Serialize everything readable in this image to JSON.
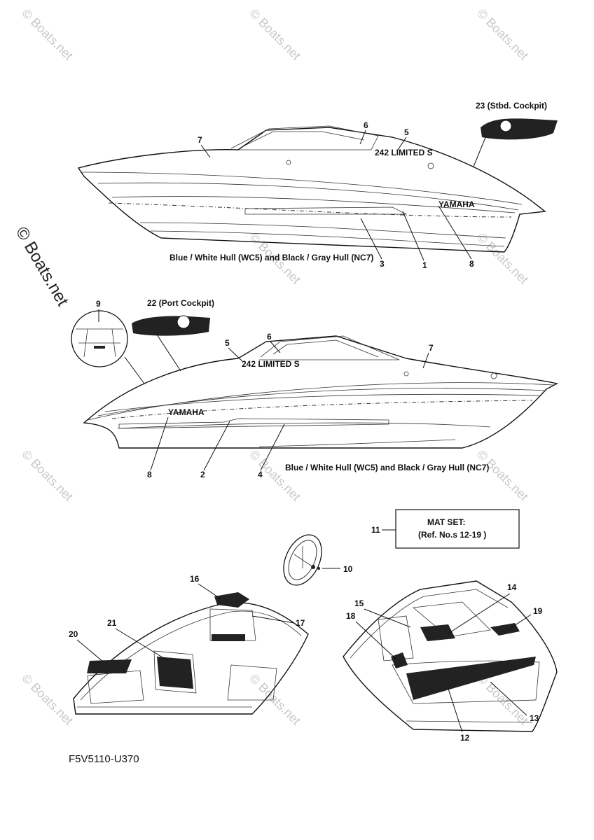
{
  "watermark": {
    "text": "© Boats.net",
    "side_text": "© Boats.net",
    "color": "#c8c8c8"
  },
  "upper_boat": {
    "caption": "Blue / White Hull (WC5) and Black / Gray Hull (NC7)",
    "cockpit_label": "23 (Stbd. Cockpit)",
    "callouts": [
      "7",
      "6",
      "5",
      "3",
      "1",
      "8"
    ],
    "brand": "YAMAHA",
    "model_badge": "242 LIMITED S"
  },
  "lower_boat": {
    "caption": "Blue / White Hull (WC5) and Black / Gray Hull (NC7)",
    "cockpit_label": "22 (Port Cockpit)",
    "callouts": [
      "9",
      "5",
      "6",
      "7",
      "8",
      "2",
      "4"
    ],
    "brand": "YAMAHA",
    "model_badge": "242 LIMITED S"
  },
  "mat_set": {
    "callout": "11",
    "title": "MAT SET:",
    "refs": "(Ref. No.s 12-19 )"
  },
  "steering": {
    "callout": "10"
  },
  "cockpit_left": {
    "callouts": [
      "16",
      "21",
      "17",
      "20"
    ]
  },
  "cockpit_right": {
    "callouts": [
      "14",
      "15",
      "18",
      "19",
      "13",
      "12"
    ]
  },
  "drawing_code": "F5V5110-U370"
}
